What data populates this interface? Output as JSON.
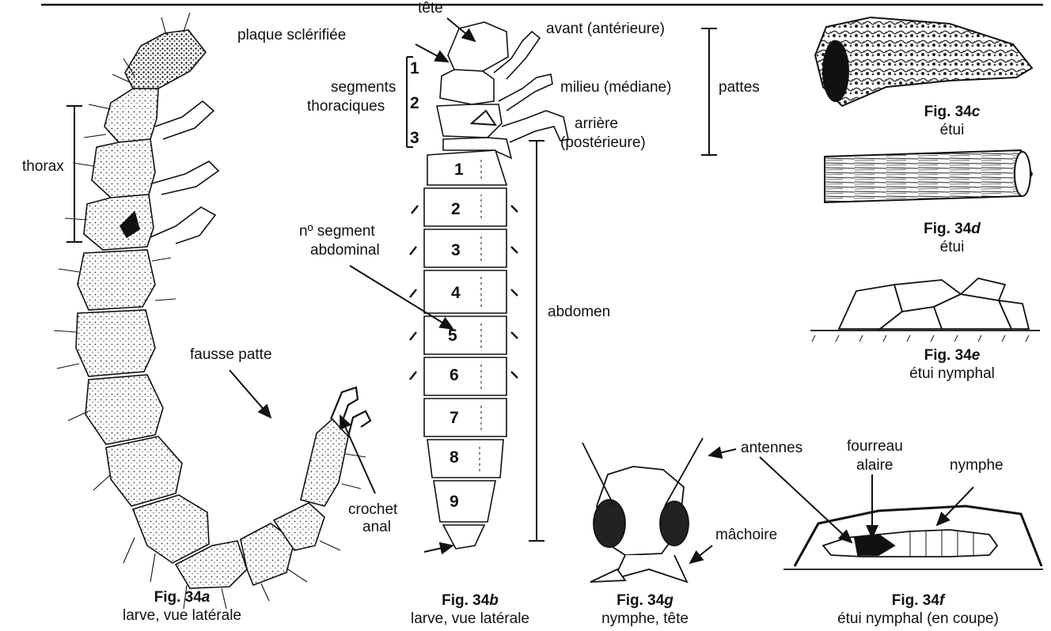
{
  "captions": {
    "a": {
      "fig": "Fig. 34",
      "letter": "a",
      "sub": "larve, vue latérale"
    },
    "b": {
      "fig": "Fig. 34",
      "letter": "b",
      "sub": "larve, vue latérale"
    },
    "c": {
      "fig": "Fig. 34",
      "letter": "c",
      "sub": "étui"
    },
    "d": {
      "fig": "Fig. 34",
      "letter": "d",
      "sub": "étui"
    },
    "e": {
      "fig": "Fig. 34",
      "letter": "e",
      "sub": "étui nymphal"
    },
    "f": {
      "fig": "Fig. 34",
      "letter": "f",
      "sub": "étui nymphal (en coupe)"
    },
    "g": {
      "fig": "Fig. 34",
      "letter": "g",
      "sub": "nymphe, tête"
    }
  },
  "labels": {
    "thorax": "thorax",
    "fausse_patte": "fausse patte",
    "crochet_anal_1": "crochet",
    "crochet_anal_2": "anal",
    "tete": "tête",
    "plaque": "plaque sclérifiée",
    "segments_1": "segments",
    "segments_2": "thoraciques",
    "avant": "avant (antérieure)",
    "milieu": "milieu (médiane)",
    "arriere_1": "arrière",
    "arriere_2": "(postérieure)",
    "pattes": "pattes",
    "no_segment_1": "nº segment",
    "no_segment_2": "abdominal",
    "abdomen": "abdomen",
    "antennes": "antennes",
    "machoire": "mâchoire",
    "fourreau_1": "fourreau",
    "fourreau_2": "alaire",
    "nymphe": "nymphe"
  },
  "thoracic_numbers": [
    "1",
    "2",
    "3"
  ],
  "abdominal_numbers": [
    "1",
    "2",
    "3",
    "4",
    "5",
    "6",
    "7",
    "8",
    "9"
  ]
}
